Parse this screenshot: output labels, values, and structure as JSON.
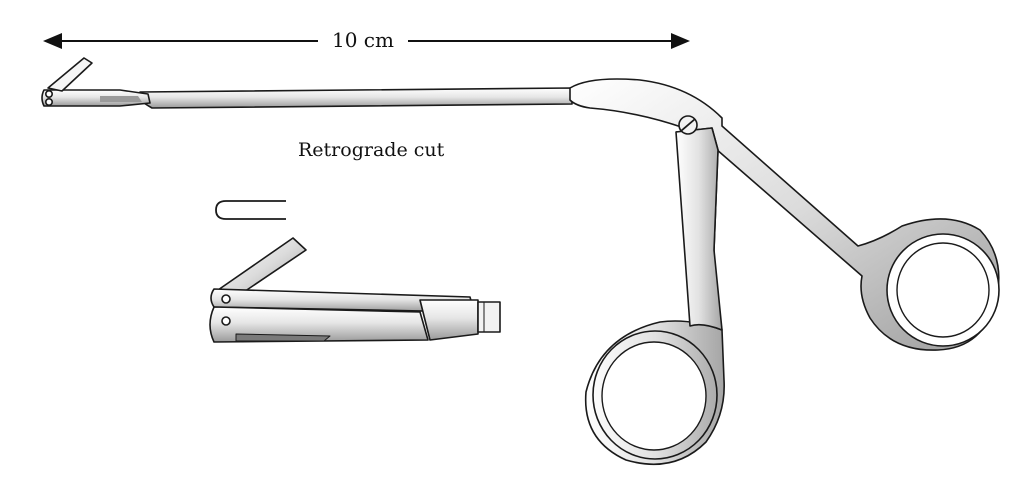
{
  "figure": {
    "measure_label": "10 cm",
    "detail_label": "Retrograde cut",
    "colors": {
      "line": "#111111",
      "steel_light": "#f3f3f3",
      "steel_mid": "#cfcfcf",
      "steel_dark": "#8a8a8a",
      "background": "#ffffff"
    },
    "icons": [
      "scale-arrow",
      "forceps-illustration",
      "jaw-detail",
      "screw-icon"
    ]
  }
}
